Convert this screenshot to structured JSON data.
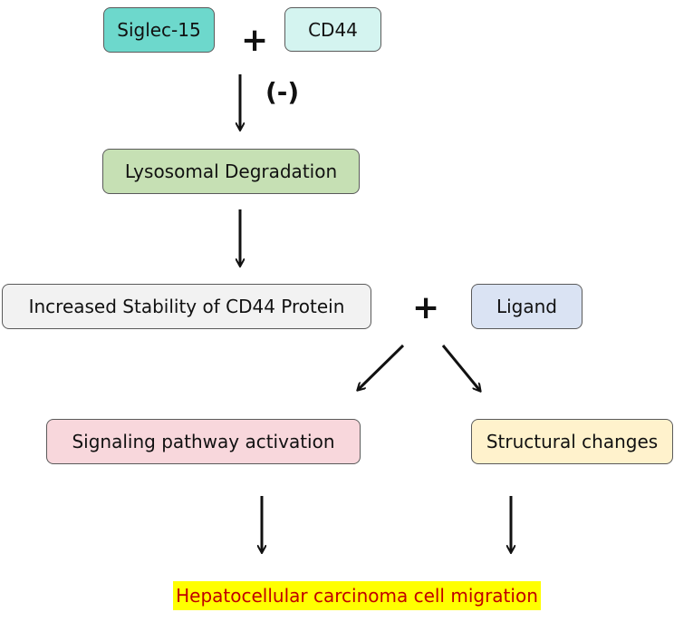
{
  "nodes": {
    "siglec15": {
      "label": "Siglec-15",
      "color": "#6dd8cc"
    },
    "cd44": {
      "label": "CD44",
      "color": "#d4f4f0"
    },
    "lysosomal": {
      "label": "Lysosomal Degradation",
      "color": "#c6e0b4"
    },
    "stability": {
      "label": "Increased Stability of CD44 Protein",
      "color": "#f2f2f2"
    },
    "ligand": {
      "label": "Ligand",
      "color": "#dae3f3"
    },
    "signaling": {
      "label": "Signaling pathway activation",
      "color": "#f8d7dc"
    },
    "structural": {
      "label": "Structural changes",
      "color": "#fff2cc"
    }
  },
  "operators": {
    "plus_top": "+",
    "plus_mid": "+",
    "inhibition": "(-)"
  },
  "outcome": {
    "label": "Hepatocellular carcinoma cell migration",
    "text_color": "#c00000",
    "highlight_color": "#ffff00"
  }
}
